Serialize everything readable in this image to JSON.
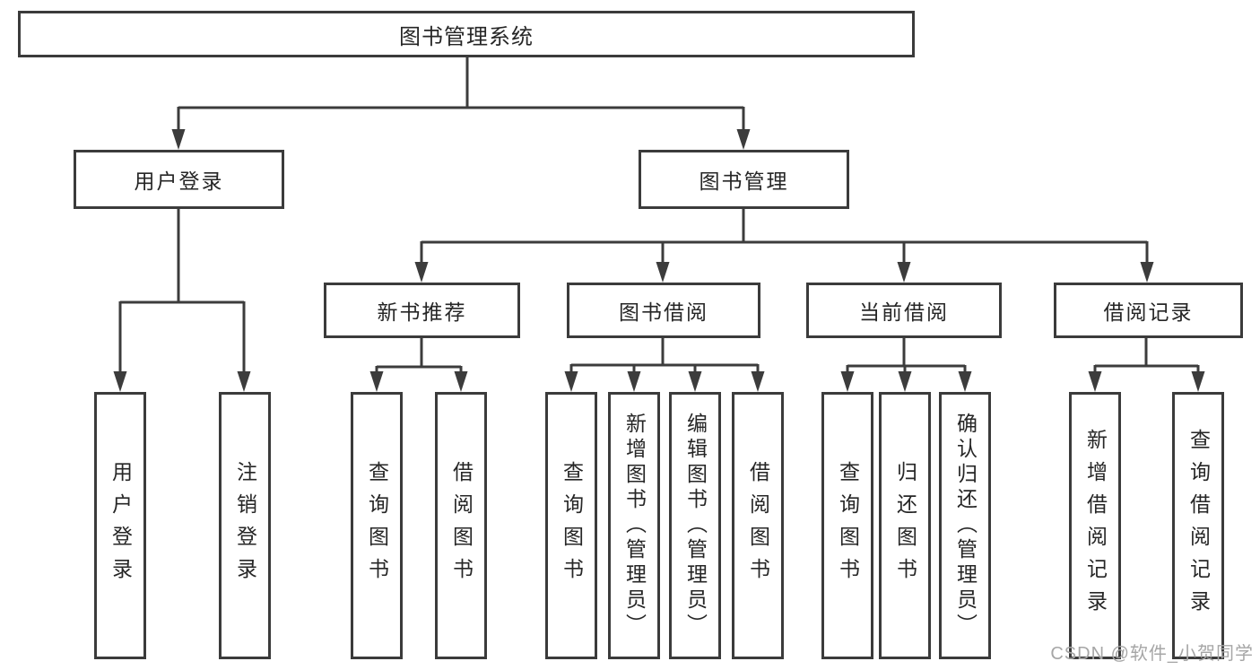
{
  "diagram": {
    "title": "图书管理系统",
    "login": {
      "label": "用户登录",
      "children": [
        {
          "label": "用户登录"
        },
        {
          "label": "注销登录"
        }
      ]
    },
    "management": {
      "label": "图书管理",
      "sections": [
        {
          "label": "新书推荐",
          "children": [
            {
              "label": "查询图书"
            },
            {
              "label": "借阅图书"
            }
          ]
        },
        {
          "label": "图书借阅",
          "children": [
            {
              "label": "查询图书"
            },
            {
              "label": "新增图书（管理员）"
            },
            {
              "label": "编辑图书（管理员）"
            },
            {
              "label": "借阅图书"
            }
          ]
        },
        {
          "label": "当前借阅",
          "children": [
            {
              "label": "查询图书"
            },
            {
              "label": "归还图书"
            },
            {
              "label": "确认归还（管理员）"
            }
          ]
        },
        {
          "label": "借阅记录",
          "children": [
            {
              "label": "新增借阅记录"
            },
            {
              "label": "查询借阅记录"
            }
          ]
        }
      ]
    },
    "colors": {
      "line": "#3c3c3c",
      "text": "#262626",
      "background": "#ffffff"
    }
  },
  "watermark": {
    "text": "CSDN @软件_小贺同学",
    "color": "#a6a6a6"
  }
}
